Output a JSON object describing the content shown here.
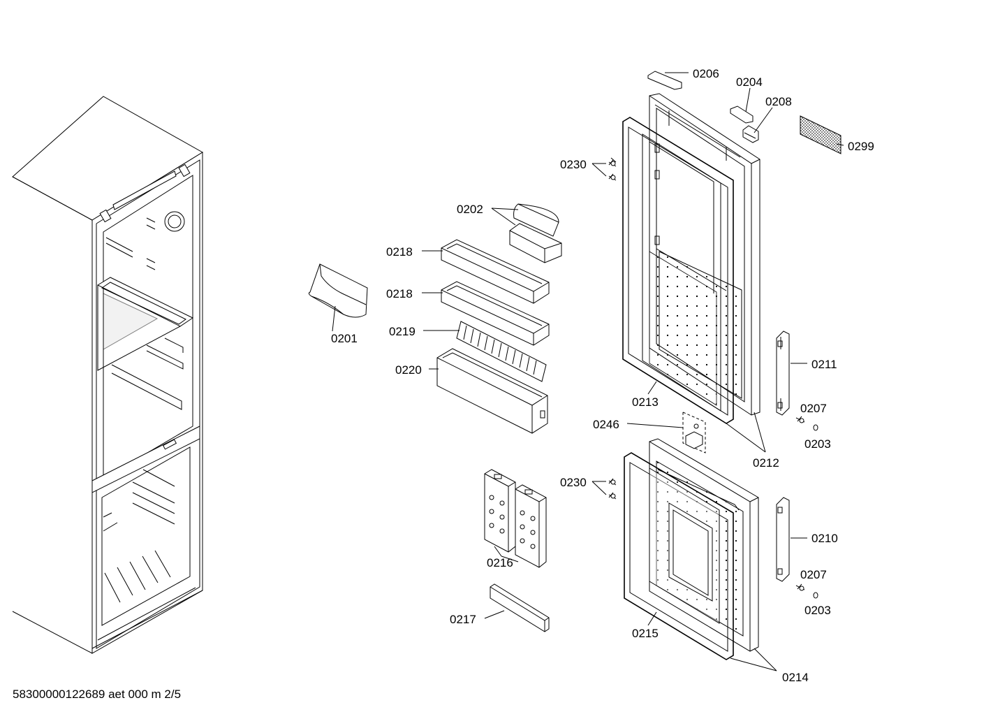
{
  "labels": {
    "l0201": "0201",
    "l0202": "0202",
    "l0203a": "0203",
    "l0203b": "0203",
    "l0204": "0204",
    "l0206": "0206",
    "l0207a": "0207",
    "l0207b": "0207",
    "l0208": "0208",
    "l0210": "0210",
    "l0211": "0211",
    "l0212": "0212",
    "l0213": "0213",
    "l0214": "0214",
    "l0215": "0215",
    "l0216": "0216",
    "l0217": "0217",
    "l0218a": "0218",
    "l0218b": "0218",
    "l0219": "0219",
    "l0220": "0220",
    "l0230a": "0230",
    "l0230b": "0230",
    "l0246": "0246",
    "l0299": "0299"
  },
  "footer": {
    "document_id": "58300000122689 aet 000 m 2/5"
  }
}
